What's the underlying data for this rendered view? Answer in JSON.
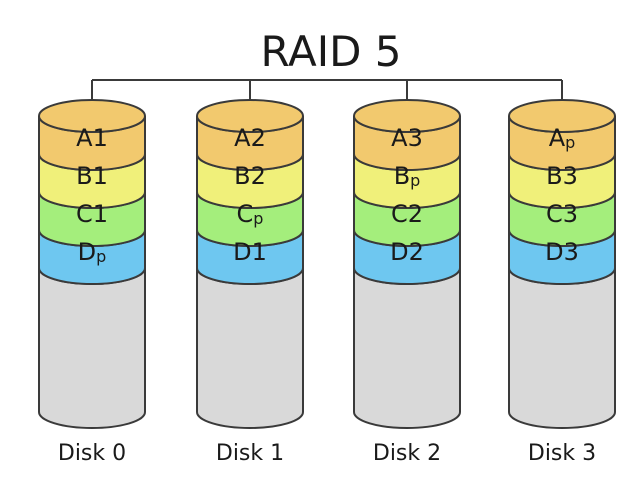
{
  "title": "RAID 5",
  "colors": {
    "A": "#f2c96e",
    "B": "#f0f07a",
    "C": "#a4ee7c",
    "D": "#6ec7f0",
    "empty": "#d9d9d9",
    "stroke": "#3a3a3a",
    "text": "#1a1a1a"
  },
  "disks": [
    {
      "label": "Disk 0",
      "blocks": [
        {
          "row": "A",
          "main": "A",
          "sub": "1"
        },
        {
          "row": "B",
          "main": "B",
          "sub": "1"
        },
        {
          "row": "C",
          "main": "C",
          "sub": "1"
        },
        {
          "row": "D",
          "main": "D",
          "sub": "p"
        }
      ]
    },
    {
      "label": "Disk 1",
      "blocks": [
        {
          "row": "A",
          "main": "A",
          "sub": "2"
        },
        {
          "row": "B",
          "main": "B",
          "sub": "2"
        },
        {
          "row": "C",
          "main": "C",
          "sub": "p"
        },
        {
          "row": "D",
          "main": "D",
          "sub": "1"
        }
      ]
    },
    {
      "label": "Disk 2",
      "blocks": [
        {
          "row": "A",
          "main": "A",
          "sub": "3"
        },
        {
          "row": "B",
          "main": "B",
          "sub": "p"
        },
        {
          "row": "C",
          "main": "C",
          "sub": "2"
        },
        {
          "row": "D",
          "main": "D",
          "sub": "2"
        }
      ]
    },
    {
      "label": "Disk 3",
      "blocks": [
        {
          "row": "A",
          "main": "A",
          "sub": "p"
        },
        {
          "row": "B",
          "main": "B",
          "sub": "3"
        },
        {
          "row": "C",
          "main": "C",
          "sub": "3"
        },
        {
          "row": "D",
          "main": "D",
          "sub": "3"
        }
      ]
    }
  ]
}
